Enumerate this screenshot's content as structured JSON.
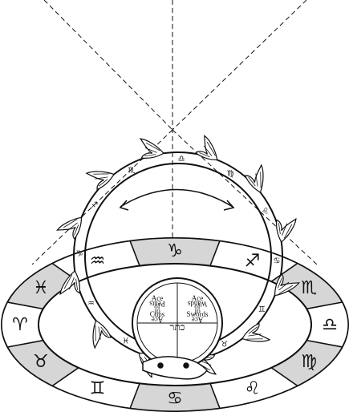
{
  "diagram": {
    "outer_band_signs": [
      {
        "name": "Capricorn",
        "glyph": "♑"
      },
      {
        "name": "Sagittarius",
        "glyph": "♐"
      },
      {
        "name": "Scorpio",
        "glyph": "♏"
      },
      {
        "name": "Libra",
        "glyph": "♎"
      },
      {
        "name": "Virgo",
        "glyph": "♍"
      },
      {
        "name": "Leo",
        "glyph": "♌"
      },
      {
        "name": "Cancer",
        "glyph": "♋"
      },
      {
        "name": "Gemini",
        "glyph": "♊"
      },
      {
        "name": "Taurus",
        "glyph": "♉"
      },
      {
        "name": "Aries",
        "glyph": "♈"
      },
      {
        "name": "Pisces",
        "glyph": "♓"
      },
      {
        "name": "Aquarius",
        "glyph": "♒"
      }
    ],
    "ring_signs": [
      "♏",
      "♎",
      "♍",
      "♌",
      "♋",
      "♊",
      "♉",
      "♈",
      "♓",
      "♒",
      "♑",
      "♐"
    ],
    "disk": {
      "top_left": [
        "Ace",
        "of",
        "Cups"
      ],
      "top_right": [
        "Ace",
        "of",
        "Swords"
      ],
      "bottom_left": [
        "Ace",
        "of",
        "Wands"
      ],
      "bottom_right": [
        "Ace",
        "of",
        "Pents"
      ],
      "center": "כתר"
    },
    "colors": {
      "ink": "#111111",
      "shaded": "#d6d6d6",
      "paper": "#ffffff"
    }
  }
}
